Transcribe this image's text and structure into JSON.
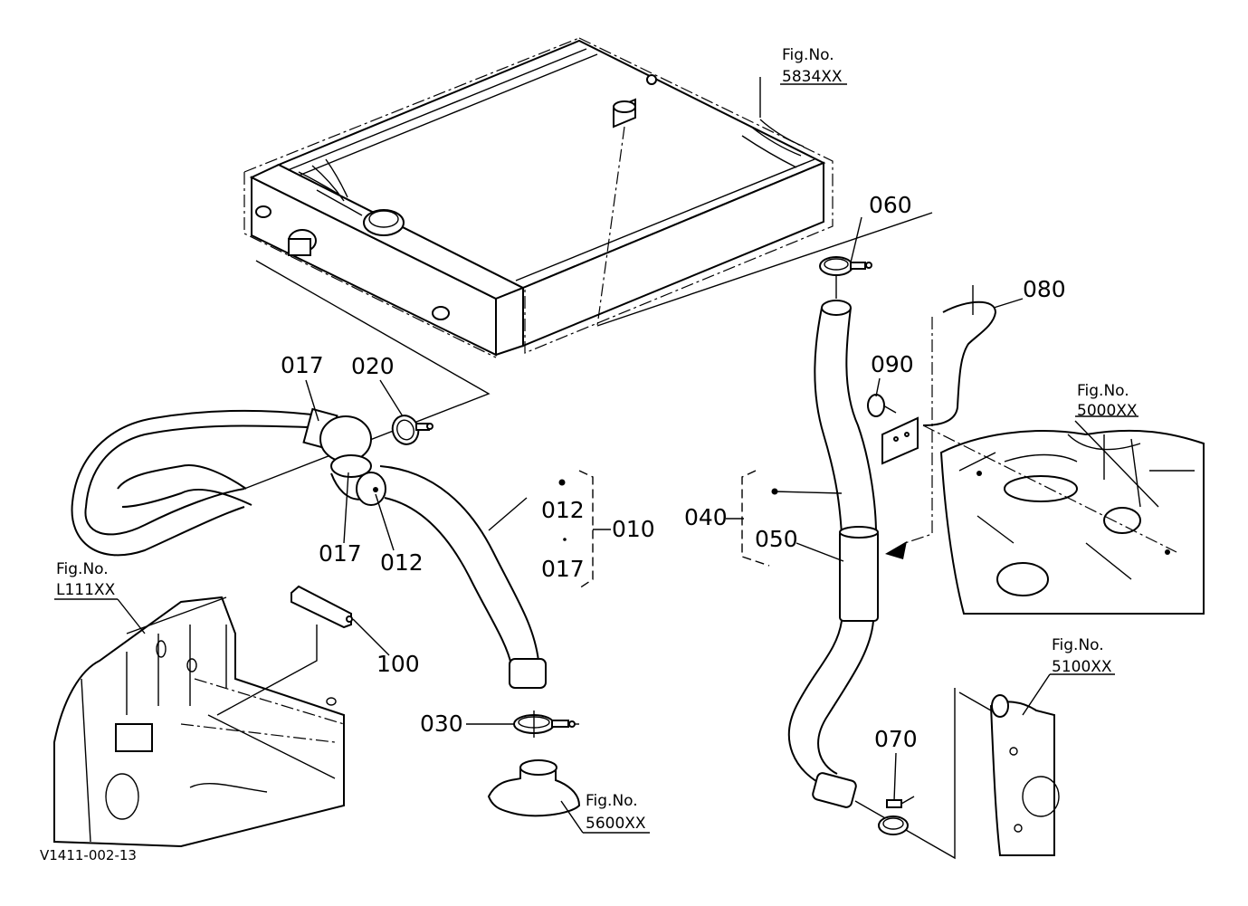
{
  "diagram_code": "V1411-002-13",
  "figure_refs": [
    {
      "id": "radiator",
      "line1": "Fig.No.",
      "line2": "5834XX"
    },
    {
      "id": "engine",
      "line1": "Fig.No.",
      "line2": "5000XX"
    },
    {
      "id": "frame",
      "line1": "Fig.No.",
      "line2": "L111XX"
    },
    {
      "id": "thermostat",
      "line1": "Fig.No.",
      "line2": "5600XX"
    },
    {
      "id": "pump",
      "line1": "Fig.No.",
      "line2": "5100XX"
    }
  ],
  "part_labels": {
    "p060": "060",
    "p080": "080",
    "p090": "090",
    "p017a": "017",
    "p020": "020",
    "p012a": "012",
    "p010": "010",
    "p017b": "017",
    "p017c": "017",
    "p012b": "012",
    "p040": "040",
    "p050": "050",
    "p100": "100",
    "p030": "030",
    "p070": "070"
  }
}
